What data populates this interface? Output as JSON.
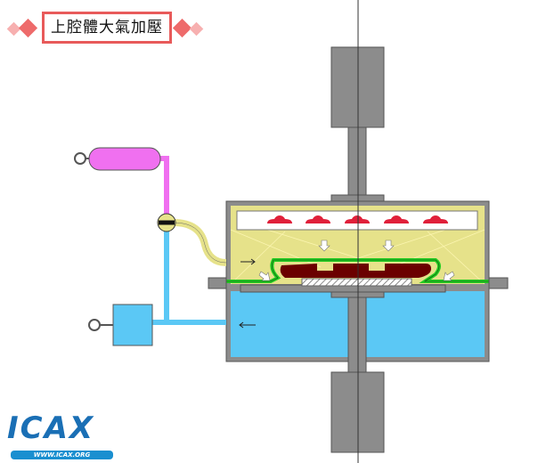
{
  "title": "上腔體大氣加壓",
  "logo": {
    "name": "ICAX",
    "url": "WWW.ICAX.ORG"
  },
  "colors": {
    "title_border": "#e85a5a",
    "upper_chamber": "#e6e28a",
    "lower_chamber": "#5bc8f5",
    "tank": "#f070f0",
    "membrane": "#22cc22",
    "mold": "#6b0000",
    "heater": "#e0203a",
    "steel": "#8c8c8c"
  }
}
